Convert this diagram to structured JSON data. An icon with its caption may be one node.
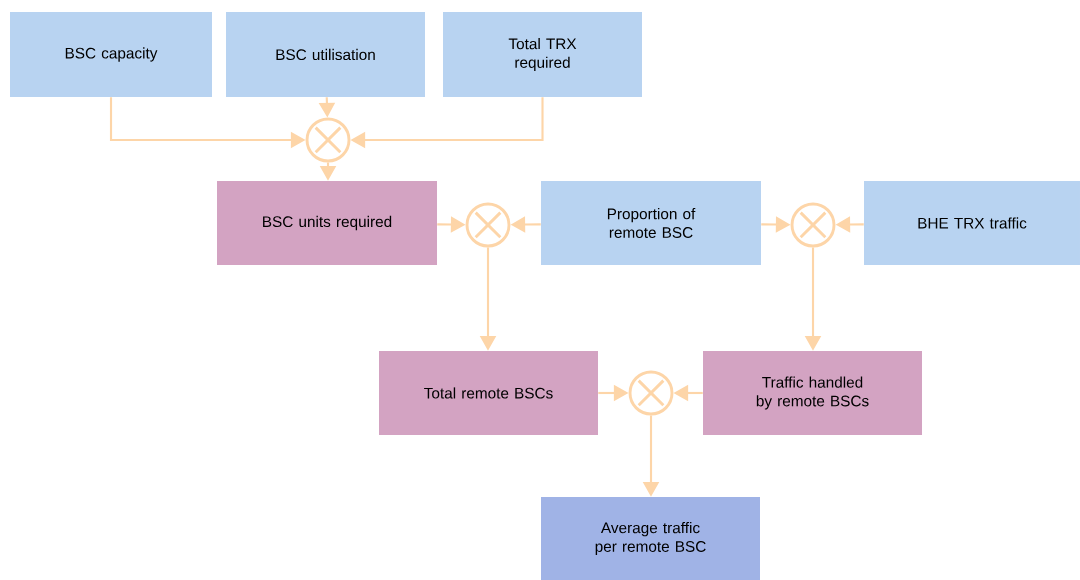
{
  "diagram": {
    "nodes": [
      {
        "text": [
          "BSC capacity"
        ]
      },
      {
        "text": [
          "BSC utilisation"
        ]
      },
      {
        "text": [
          "Total TRX required"
        ]
      },
      {
        "text": [],
        "shape": "circle"
      },
      {
        "text": [
          "BSC units required"
        ]
      },
      {
        "text": [],
        "shape": "circle"
      },
      {
        "text": [
          "Proportion of remote BSC"
        ]
      },
      {
        "text": [],
        "shape": "circle"
      },
      {
        "text": [
          "BHE TRX traffic"
        ]
      },
      {
        "text": [
          "Total remote BSCs"
        ]
      },
      {
        "text": [],
        "shape": "circle"
      },
      {
        "text": [
          "Traffic handled by remote BSCs"
        ]
      },
      {
        "text": [
          "Average traffic per remote BSC"
        ]
      }
    ],
    "edges": [
      {
        "from": 0,
        "to": 3,
        "arrow": "to"
      },
      {
        "from": 1,
        "to": 3,
        "arrow": "to"
      },
      {
        "from": 2,
        "to": 3,
        "arrow": "to"
      },
      {
        "from": 3,
        "to": 4,
        "arrow": "to"
      },
      {
        "from": 4,
        "to": 5,
        "arrow": "to"
      },
      {
        "from": 6,
        "to": 5,
        "arrow": "to"
      },
      {
        "from": 6,
        "to": 7,
        "arrow": "to"
      },
      {
        "from": 8,
        "to": 7,
        "arrow": "to"
      },
      {
        "from": 5,
        "to": 9,
        "arrow": "to"
      },
      {
        "from": 7,
        "to": 11,
        "arrow": "to"
      },
      {
        "from": 9,
        "to": 10,
        "arrow": "to"
      },
      {
        "from": 11,
        "to": 10,
        "arrow": "to"
      },
      {
        "from": 10,
        "to": 12,
        "arrow": "to"
      }
    ]
  }
}
